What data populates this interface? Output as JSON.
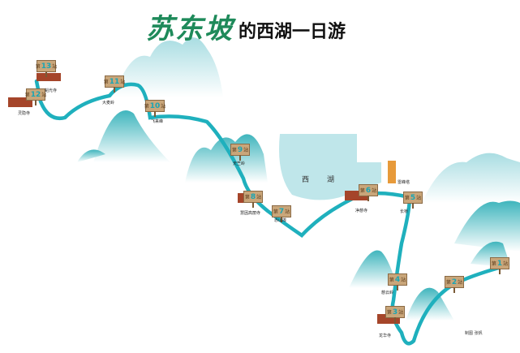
{
  "title": {
    "brand": "苏东坡",
    "rest": "的西湖一日游"
  },
  "lake_label": "西湖",
  "pagoda_label": "雷峰塔",
  "credit": "制图 张帆",
  "station_prefix": "第",
  "station_suffix": "站",
  "stations": [
    {
      "no": "1",
      "place": ""
    },
    {
      "no": "2",
      "place": ""
    },
    {
      "no": "3",
      "place": "龙华寺"
    },
    {
      "no": "4",
      "place": "慈云岭"
    },
    {
      "no": "5",
      "place": "长桥"
    },
    {
      "no": "6",
      "place": "净慈寺"
    },
    {
      "no": "7",
      "place": "赤山埠"
    },
    {
      "no": "8",
      "place": "慧因高丽寺"
    },
    {
      "no": "9",
      "place": "天竺岭"
    },
    {
      "no": "10",
      "place": "飞来峰"
    },
    {
      "no": "11",
      "place": "大麦岭"
    },
    {
      "no": "12",
      "place": "灵隐寺"
    },
    {
      "no": "13",
      "place": "韬光寺"
    }
  ],
  "colors": {
    "route": "#1fb0bd",
    "mountain": "#5cc3c9",
    "lake": "#bfe6ea",
    "temple": "#a5452a"
  }
}
